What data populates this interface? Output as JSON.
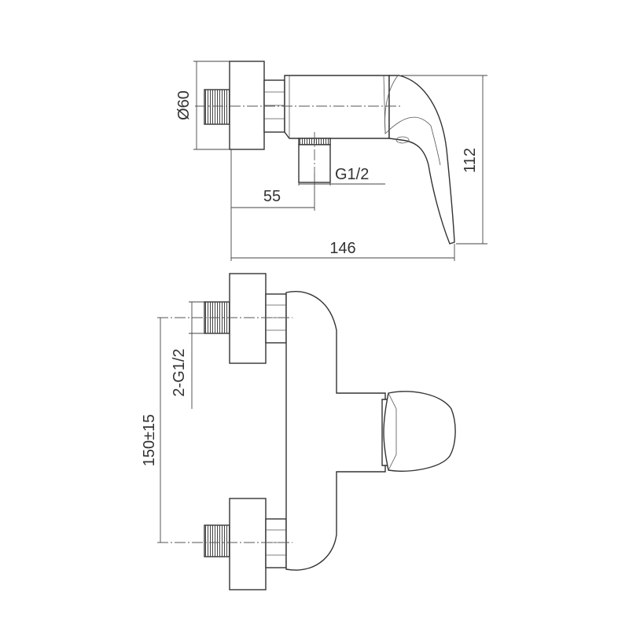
{
  "dimensions": {
    "diameter": "Ø60",
    "height": "112",
    "thread": "G1/2",
    "offset": "55",
    "length": "146",
    "inlet_thread": "2-G1/2",
    "center_distance": "150±15"
  },
  "colors": {
    "line": "#333333",
    "background": "#ffffff"
  }
}
